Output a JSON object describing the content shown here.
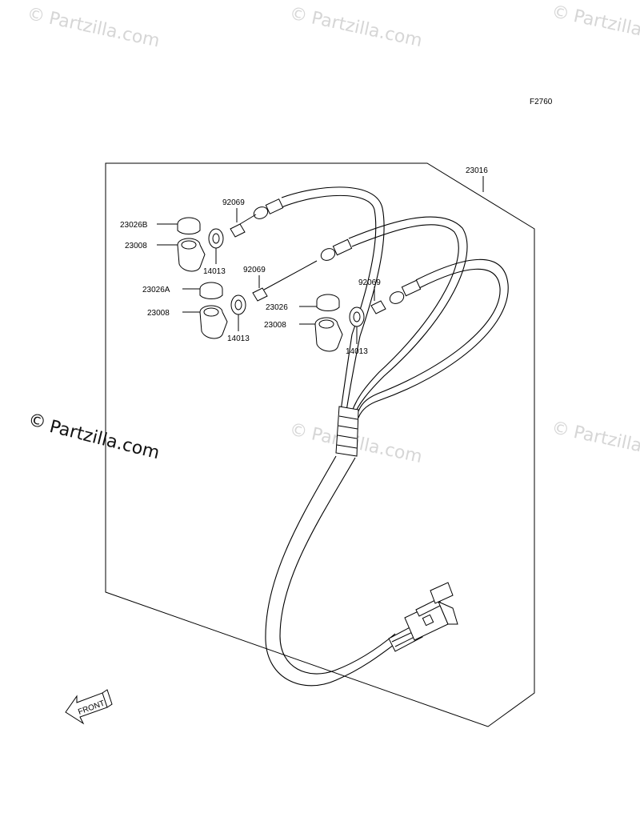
{
  "figure_code": "F2760",
  "watermark": {
    "symbol": "©",
    "text": "Partzilla.com"
  },
  "front_arrow": {
    "text": "FRONT"
  },
  "callouts": {
    "harness": "23016",
    "cap_b": "23026B",
    "holder_1": "23008",
    "grommet_1": "14013",
    "bulb_1": "92069",
    "cap_a": "23026A",
    "holder_2": "23008",
    "grommet_2": "14013",
    "bulb_2": "92069",
    "cap": "23026",
    "holder_3": "23008",
    "grommet_3": "14013",
    "bulb_3": "92069"
  }
}
